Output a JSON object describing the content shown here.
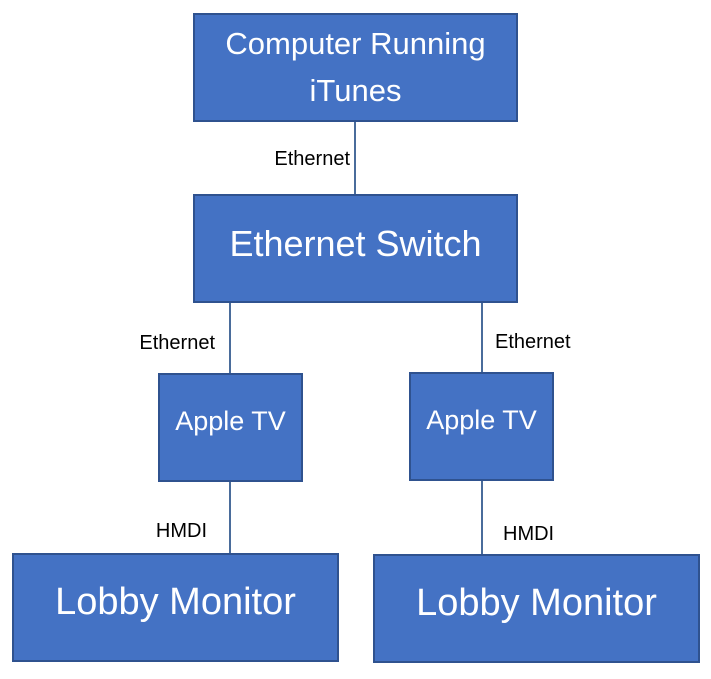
{
  "diagram": {
    "type": "network-topology",
    "nodes": {
      "computer": {
        "label": "Computer Running iTunes"
      },
      "switch": {
        "label": "Ethernet Switch"
      },
      "appletv_left": {
        "label": "Apple TV"
      },
      "appletv_right": {
        "label": "Apple TV"
      },
      "lobby_left": {
        "label": "Lobby Monitor"
      },
      "lobby_right": {
        "label": "Lobby Monitor"
      }
    },
    "edges": [
      {
        "from": "computer",
        "to": "switch",
        "label": "Ethernet"
      },
      {
        "from": "switch",
        "to": "appletv_left",
        "label": "Ethernet"
      },
      {
        "from": "switch",
        "to": "appletv_right",
        "label": "Ethernet"
      },
      {
        "from": "appletv_left",
        "to": "lobby_left",
        "label": "HMDI"
      },
      {
        "from": "appletv_right",
        "to": "lobby_right",
        "label": "HMDI"
      }
    ],
    "colors": {
      "node_fill": "#4472C4",
      "node_border": "#2F528F",
      "connector": "#4A6C9B",
      "node_text": "#FFFFFF",
      "edge_label_text": "#000000",
      "background": "#FFFFFF"
    }
  }
}
